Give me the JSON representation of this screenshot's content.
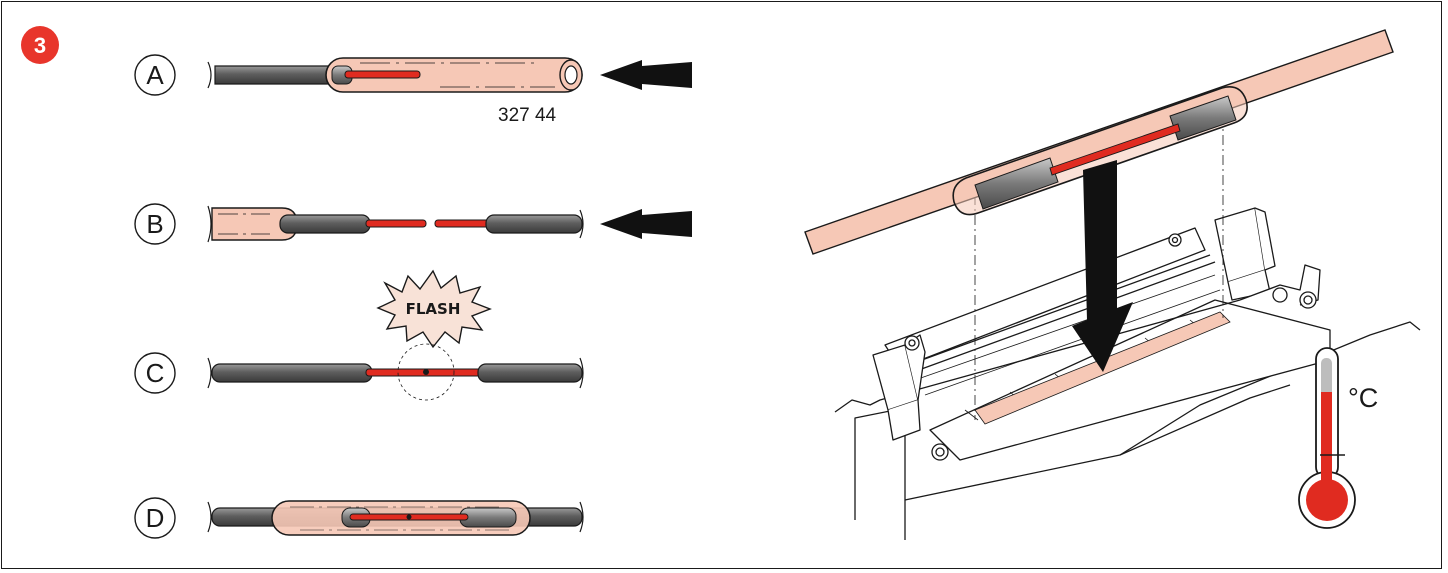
{
  "figure": {
    "step_number": "3",
    "part_number": "327 44",
    "flash_label": "FLASH",
    "temperature_unit": "°C",
    "steps": [
      {
        "label": "A"
      },
      {
        "label": "B"
      },
      {
        "label": "C"
      },
      {
        "label": "D"
      }
    ]
  },
  "colors": {
    "badge": "#e8352b",
    "sleeve": "#f6c8b6",
    "fiber_core": "#e02b20",
    "cable_jacket": "#6b6b6b",
    "outline": "#1a1a1a"
  },
  "icons": [
    "arrow-left-icon",
    "flash-burst-icon",
    "thermometer-icon",
    "arrow-down-icon"
  ]
}
